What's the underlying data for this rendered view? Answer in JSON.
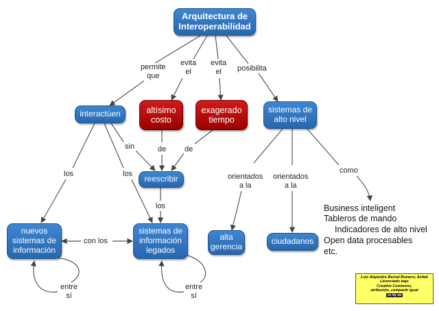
{
  "colors": {
    "concept_blue": "#2f74c0",
    "concept_red": "#b30000",
    "link_line": "#555555"
  },
  "concepts": {
    "root": "Arquitectura de\nInteroperabilidad",
    "interactuen": "interactúen",
    "costo": "altísimo\ncosto",
    "tiempo": "exagerado\ntiempo",
    "sistemas_alto_nivel": "sistemas de\nalto nivel",
    "reescribir": "reescribir",
    "nuevos": "nuevos\nsistemas de\ninformación",
    "legados": "sistemas de\ninformación\nlegados",
    "alta_gerencia": "alta\ngerencia",
    "ciudadanos": "ciudadanos"
  },
  "links": {
    "permite_que": "permite\nque",
    "evita_el_1": "evita\nel",
    "evita_el_2": "evita\nel",
    "posibilita": "posibilita",
    "sin": "sin",
    "de_1": "de",
    "de_2": "de",
    "los_1": "los",
    "los_2": "los",
    "los_3": "los",
    "con_los": "con los",
    "entre_si_1": "entre\nsí",
    "entre_si_2": "entre\nsí",
    "orientados_1": "orientados\na la",
    "orientados_2": "orientados\na la",
    "como": "como"
  },
  "business_text": {
    "line1": "Business inteligent",
    "line2": "Tableros de mando",
    "line3": "Indicadores de alto nivel",
    "line4": "Open data procesables",
    "line5": "etc."
  },
  "credit": {
    "line1": "Luis Alejandro Bernal Romero, Aztlek",
    "line2": "Licenciado bajo",
    "line3": "Creative Commons,",
    "line4": "atribución, compartir igual",
    "badge": "cc by sa"
  }
}
